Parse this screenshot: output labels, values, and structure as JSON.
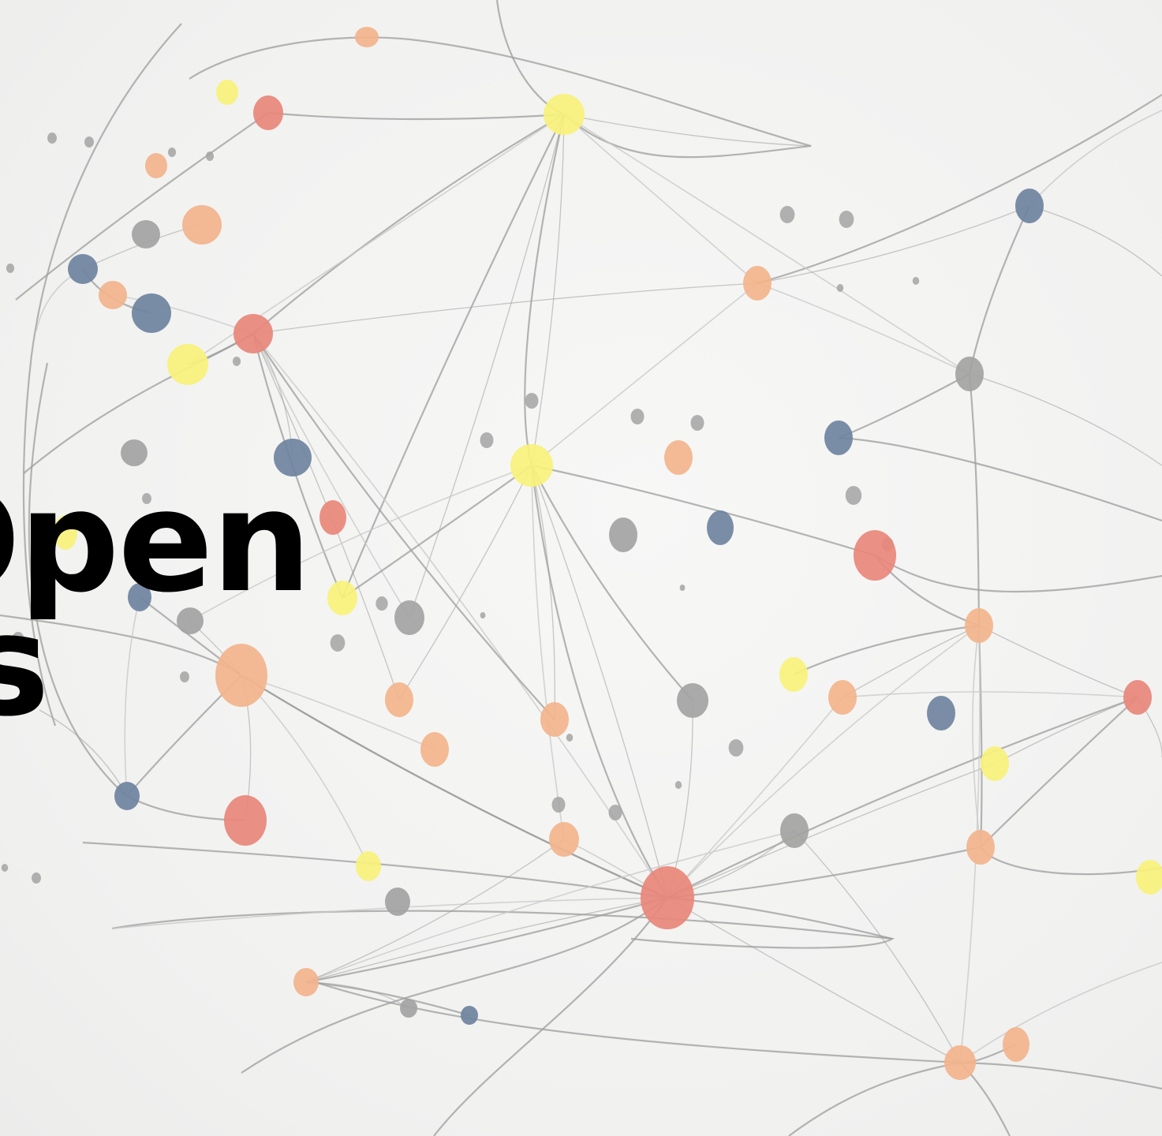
{
  "headline": {
    "line1": "Open",
    "line2": "s"
  },
  "colors": {
    "background": "#f3f3f2",
    "edge": "#9c9c9c",
    "node_yellow": "#f7f27a",
    "node_salmon": "#e8877a",
    "node_peach": "#f2b48c",
    "node_blue": "#6f83a0",
    "node_gray": "#a3a3a3",
    "text": "#000000"
  },
  "decoration": {
    "type": "network-graph-illustration"
  }
}
